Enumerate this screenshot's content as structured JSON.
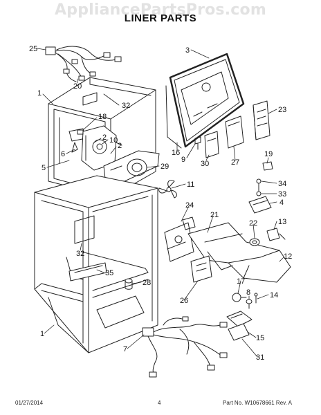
{
  "watermark": "AppliancePartsPros.com",
  "title": "LINER PARTS",
  "callouts": {
    "c25": "25",
    "c20": "20",
    "c1a": "1",
    "c32a": "32",
    "c18": "18",
    "c2a": "2",
    "c10": "10",
    "c6": "6",
    "c2b": "2",
    "c5": "5",
    "c29": "29",
    "c3": "3",
    "c23": "23",
    "c16": "16",
    "c9": "9",
    "c30": "30",
    "c27": "27",
    "c19": "19",
    "c11": "11",
    "c34": "34",
    "c33": "33",
    "c4": "4",
    "c24": "24",
    "c21": "21",
    "c22": "22",
    "c13": "13",
    "c32b": "32",
    "c35": "35",
    "c28": "28",
    "c12": "12",
    "c17": "17",
    "c8": "8",
    "c14": "14",
    "c26": "26",
    "c15": "15",
    "c1b": "1",
    "c7": "7",
    "c31": "31"
  },
  "footer": {
    "date": "01/27/2014",
    "page": "4",
    "part_no": "Part No.  W10678661  Rev.  A"
  }
}
